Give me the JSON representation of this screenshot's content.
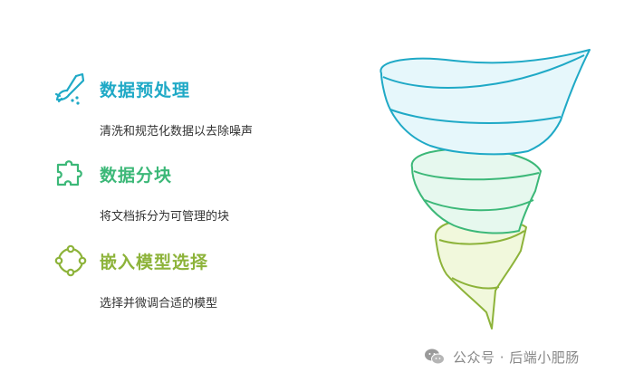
{
  "colors": {
    "teal": "#1fa9c6",
    "green": "#3cb878",
    "olive": "#8db33a",
    "funnel_top_fill": "#e6f7fb",
    "funnel_mid_fill": "#e6f8ee",
    "funnel_bottom_fill": "#f1f8dc"
  },
  "steps": [
    {
      "title": "数据预处理",
      "description": "清洗和规范化数据以去除噪声",
      "icon": "broom-icon"
    },
    {
      "title": "数据分块",
      "description": "将文档拆分为可管理的块",
      "icon": "puzzle-icon"
    },
    {
      "title": "嵌入模型选择",
      "description": "选择并微调合适的模型",
      "icon": "circle-nodes-icon"
    }
  ],
  "watermark": {
    "text": "公众号 · 后端小肥肠",
    "icon": "wechat-icon"
  }
}
